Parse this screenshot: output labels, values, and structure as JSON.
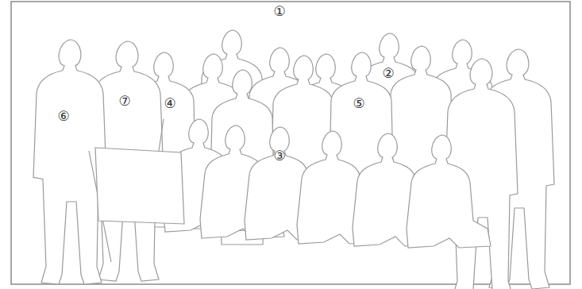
{
  "diagram": {
    "labels": [
      "①",
      "②",
      "③",
      "④",
      "⑤",
      "⑥",
      "⑦"
    ]
  }
}
